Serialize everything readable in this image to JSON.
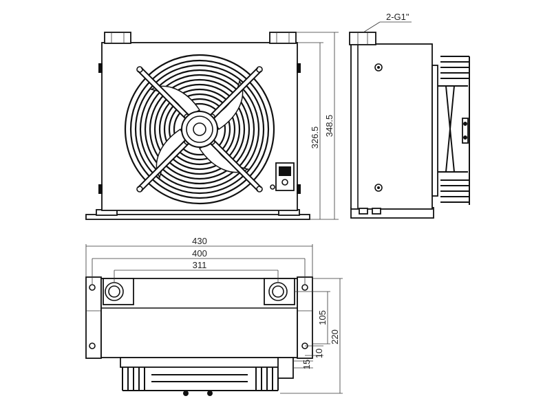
{
  "labels": {
    "port": "2-G1\"",
    "height_inner": "326.5",
    "height_outer": "348.5",
    "width_overall": "430",
    "width_mount": "400",
    "width_ports": "311",
    "depth_ports": "105",
    "depth_overall": "220",
    "offset_10": "10",
    "offset_15": "15"
  }
}
